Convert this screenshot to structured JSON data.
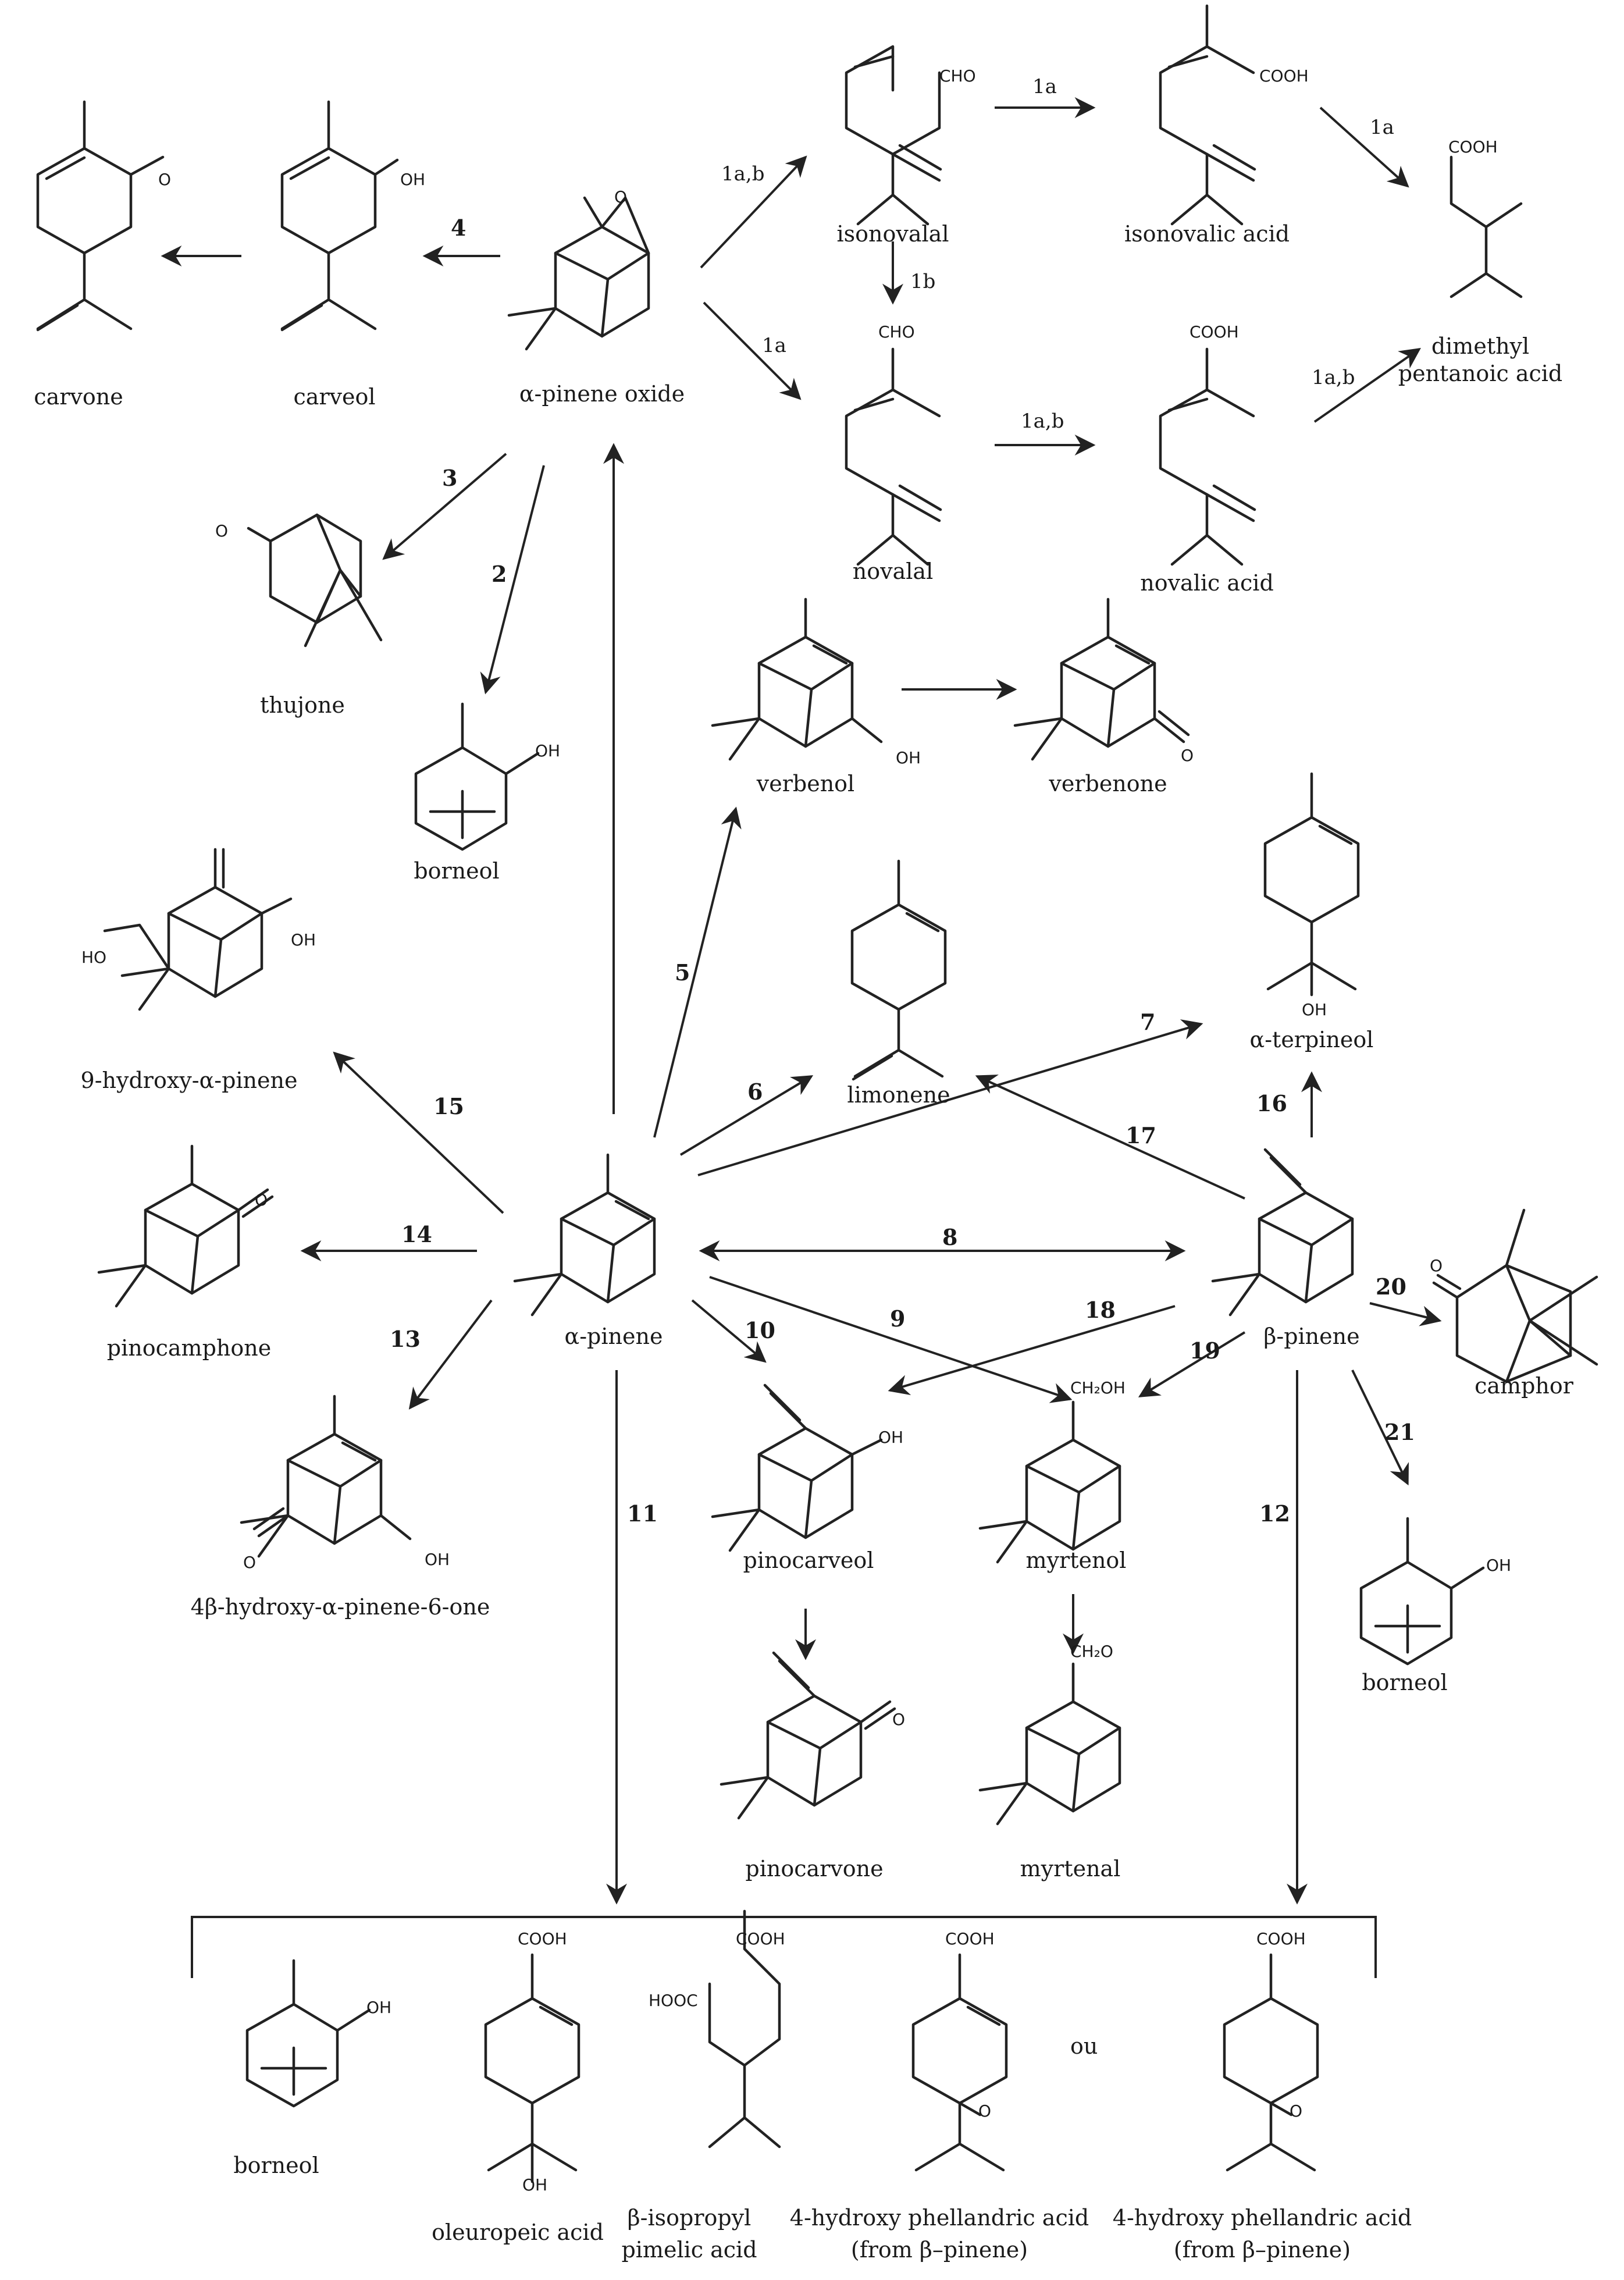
{
  "compounds": {
    "carvone": "carvone",
    "carveol": "carveol",
    "alpha_pinene_oxide": "α-pinene oxide",
    "isonovalal": "isonovalal",
    "isonovalic_acid": "isonovalic acid",
    "dimethyl_pentanoic_acid_1": "dimethyl",
    "dimethyl_pentanoic_acid_2": "pentanoic acid",
    "novalal": "novalal",
    "novalic_acid": "novalic acid",
    "thujone": "thujone",
    "borneol": "borneol",
    "verbenol": "verbenol",
    "verbenone": "verbenone",
    "limonene": "limonene",
    "alpha_terpineol": "α-terpineol",
    "hydroxy_alpha_pinene": "9-hydroxy-α-pinene",
    "pinocamphone": "pinocamphone",
    "alpha_pinene": "α-pinene",
    "beta_pinene": "β-pinene",
    "camphor": "camphor",
    "hydroxy_pinene_one": "4β-hydroxy-α-pinene-6-one",
    "pinocarveol": "pinocarveol",
    "myrtenol": "myrtenol",
    "pinocarvone": "pinocarvone",
    "myrtenal": "myrtenal",
    "borneol_2": "borneol",
    "borneol_3": "borneol",
    "oleuropeic_acid": "oleuropeic acid",
    "isopropyl_pimelic_1": "β-isopropyl",
    "isopropyl_pimelic_2": "pimelic acid",
    "phellandric_a_1": "4-hydroxy phellandric acid",
    "phellandric_a_2": "(from β–pinene)",
    "phellandric_b_1": "4-hydroxy phellandric acid",
    "phellandric_b_2": "(from β–pinene)",
    "ou": "ou"
  },
  "atoms": {
    "oh": "OH",
    "o": "O",
    "cho": "CHO",
    "cooh": "COOH",
    "hooc": "HOOC",
    "ho": "HO",
    "ch2oh": "CH₂OH",
    "ch2o": "CH₂O"
  },
  "steps": {
    "s1a_top": "1a",
    "s1a_right": "1a",
    "s1ab_top": "1a,b",
    "s1b": "1b",
    "s1a_mid": "1a",
    "s1ab_mid": "1a,b",
    "s1ab_right": "1a,b",
    "s2": "2",
    "s3": "3",
    "s4": "4",
    "s5": "5",
    "s6": "6",
    "s7": "7",
    "s8": "8",
    "s9": "9",
    "s10": "10",
    "s11": "11",
    "s12": "12",
    "s13": "13",
    "s14": "14",
    "s15": "15",
    "s16": "16",
    "s17": "17",
    "s18": "18",
    "s19": "19",
    "s20": "20",
    "s21": "21"
  }
}
